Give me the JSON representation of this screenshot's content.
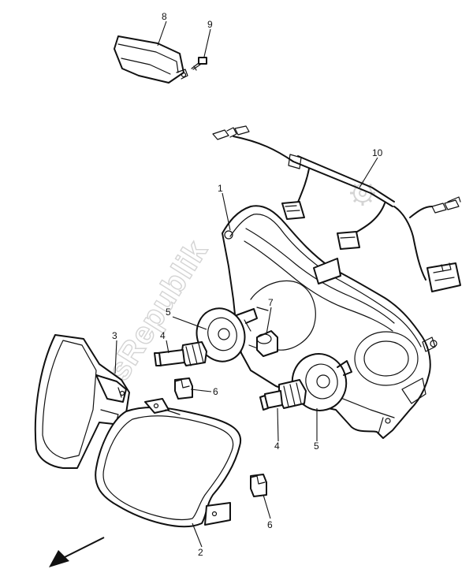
{
  "watermark": "PartsRepublik",
  "labels": {
    "l1": "1",
    "l2": "2",
    "l3": "3",
    "l4a": "4",
    "l4b": "4",
    "l5a": "5",
    "l5b": "5",
    "l6a": "6",
    "l6b": "6",
    "l7": "7",
    "l8": "8",
    "l9": "9",
    "l10": "10"
  }
}
